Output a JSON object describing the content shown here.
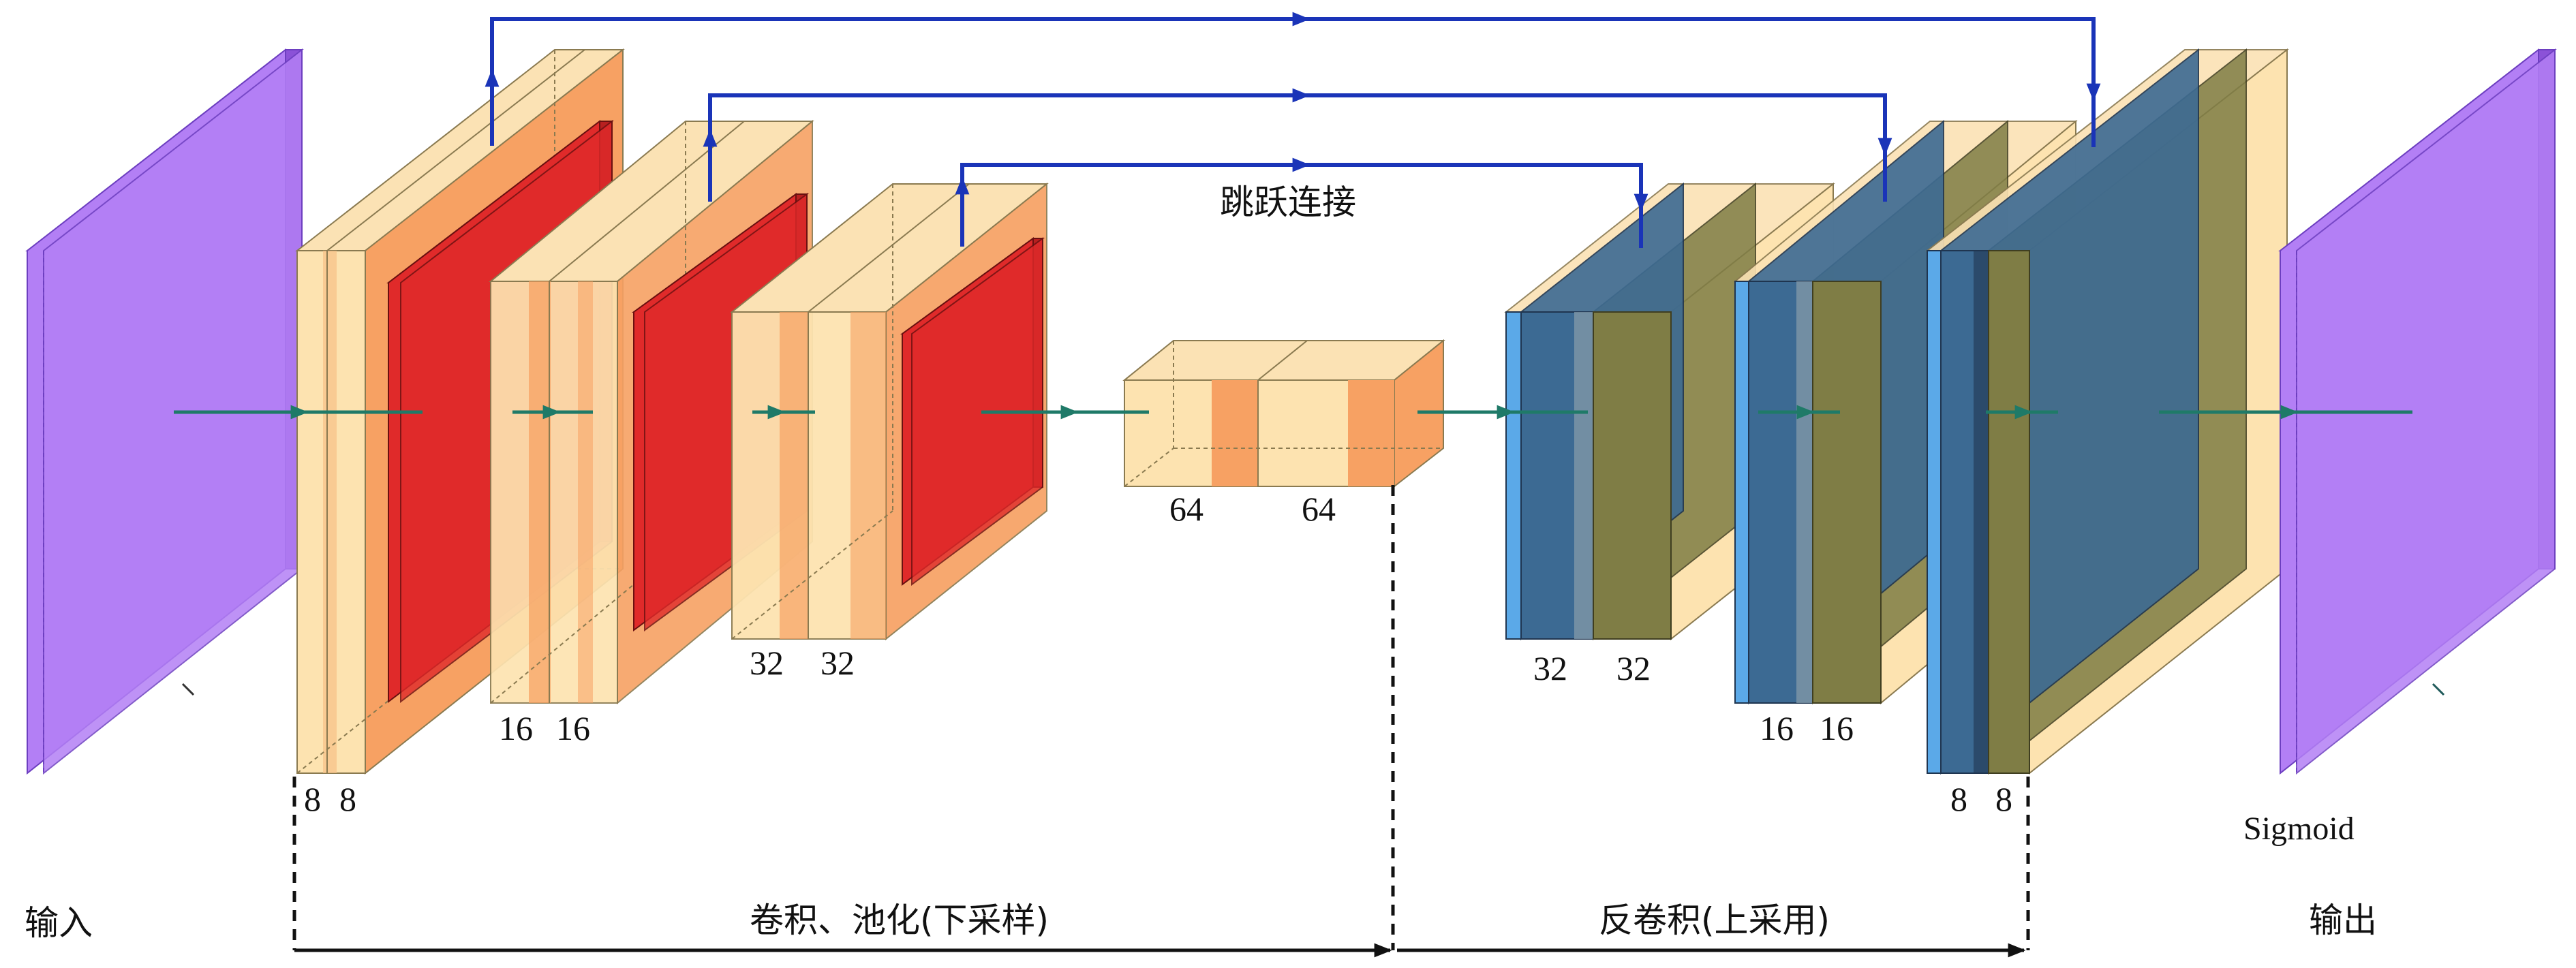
{
  "labels": {
    "input": "输入",
    "output": "输出",
    "skip": "跳跃连接",
    "down": "卷积、池化(下采样)",
    "up": "反卷积(上采用)",
    "sigmoid": "Sigmoid"
  },
  "channels": {
    "enc1": [
      "8",
      "8"
    ],
    "enc2": [
      "16",
      "16"
    ],
    "enc3": [
      "32",
      "32"
    ],
    "bottleneck": [
      "64",
      "64"
    ],
    "dec3": [
      "32",
      "32"
    ],
    "dec2": [
      "16",
      "16"
    ],
    "dec1": [
      "8",
      "8"
    ]
  },
  "small_marks": {
    "input_mark": "1",
    "output_mark": "1"
  },
  "colors": {
    "io_plane": "#b37ff5",
    "conv_light": "#fde3b0",
    "conv_mid": "#f7a163",
    "pool_red": "#e02a2a",
    "deconv_blue": "#3c6a93",
    "deconv_light_blue": "#5ba9e8",
    "deconv_olive": "#7f7d45",
    "skip_arrow": "#1a34b8",
    "flow_arrow": "#1f7a68"
  }
}
